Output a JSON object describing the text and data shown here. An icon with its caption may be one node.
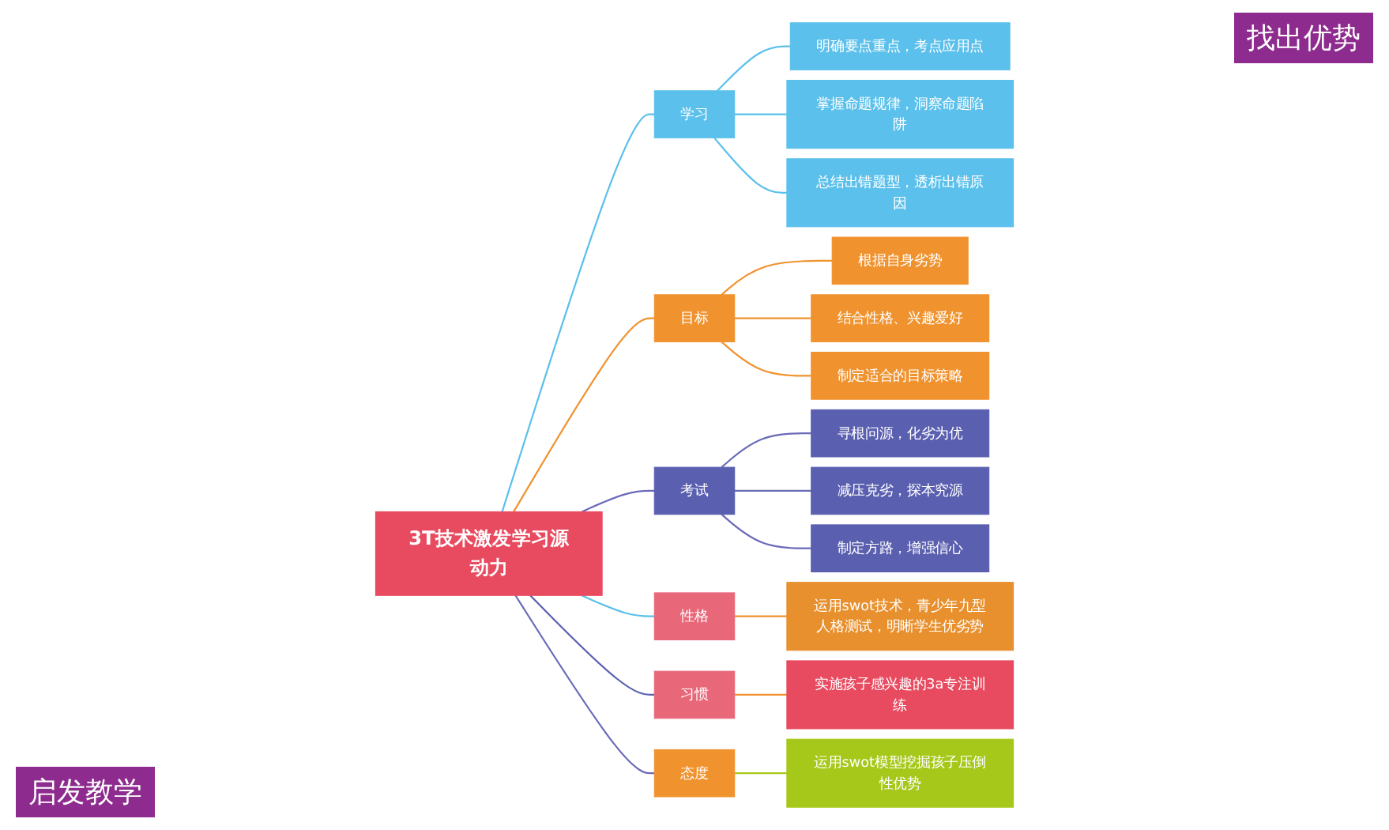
{
  "diagram": {
    "nodes": [
      {
        "text": [
          "3T技术激发学习源动力"
        ]
      },
      {
        "text": [
          "学习"
        ]
      },
      {
        "text": [
          "明确要点重点，考点应用点"
        ]
      },
      {
        "text": [
          "掌握命题规律，洞察命题陷阱"
        ]
      },
      {
        "text": [
          "总结出错题型，透析出错原因"
        ]
      },
      {
        "text": [
          "目标"
        ]
      },
      {
        "text": [
          "根据自身劣势"
        ]
      },
      {
        "text": [
          "结合性格、兴趣爱好"
        ]
      },
      {
        "text": [
          "制定适合的目标策略"
        ]
      },
      {
        "text": [
          "考试"
        ]
      },
      {
        "text": [
          "寻根问源，化劣为优"
        ]
      },
      {
        "text": [
          "减压克劣，探本究源"
        ]
      },
      {
        "text": [
          "制定方路，增强信心"
        ]
      },
      {
        "text": [
          "性格"
        ]
      },
      {
        "text": [
          "运用swot技术，青少年九型人格测试，明晰学生优劣势"
        ]
      },
      {
        "text": [
          "习惯"
        ]
      },
      {
        "text": [
          "实施孩子感兴趣的3a专注训练"
        ]
      },
      {
        "text": [
          "态度"
        ]
      },
      {
        "text": [
          "运用swot模型挖掘孩子压倒性优势"
        ]
      }
    ],
    "edges": [
      {
        "from": 0,
        "to": 1,
        "arrow": "none",
        "color": "#5bc0eb"
      },
      {
        "from": 1,
        "to": 2,
        "arrow": "none",
        "color": "#5bc0eb"
      },
      {
        "from": 1,
        "to": 3,
        "arrow": "none",
        "color": "#5bc0eb"
      },
      {
        "from": 1,
        "to": 4,
        "arrow": "none",
        "color": "#5bc0eb"
      },
      {
        "from": 0,
        "to": 5,
        "arrow": "none",
        "color": "#f0922e"
      },
      {
        "from": 5,
        "to": 6,
        "arrow": "none",
        "color": "#f0922e"
      },
      {
        "from": 5,
        "to": 7,
        "arrow": "none",
        "color": "#f0922e"
      },
      {
        "from": 5,
        "to": 8,
        "arrow": "none",
        "color": "#f0922e"
      },
      {
        "from": 0,
        "to": 9,
        "arrow": "none",
        "color": "#6a6ab8"
      },
      {
        "from": 9,
        "to": 10,
        "arrow": "none",
        "color": "#6a6ab8"
      },
      {
        "from": 9,
        "to": 11,
        "arrow": "none",
        "color": "#6a6ab8"
      },
      {
        "from": 9,
        "to": 12,
        "arrow": "none",
        "color": "#6a6ab8"
      },
      {
        "from": 0,
        "to": 13,
        "arrow": "none",
        "color": "#5bc0eb"
      },
      {
        "from": 13,
        "to": 14,
        "arrow": "none",
        "color": "#f0922e"
      },
      {
        "from": 0,
        "to": 15,
        "arrow": "none",
        "color": "#5a5fb0"
      },
      {
        "from": 15,
        "to": 16,
        "arrow": "none",
        "color": "#f0922e"
      },
      {
        "from": 0,
        "to": 17,
        "arrow": "none",
        "color": "#6a6ab8"
      },
      {
        "from": 17,
        "to": 18,
        "arrow": "none",
        "color": "#a6c81a"
      }
    ],
    "labels": [
      "找出优势",
      "启发教学"
    ]
  }
}
